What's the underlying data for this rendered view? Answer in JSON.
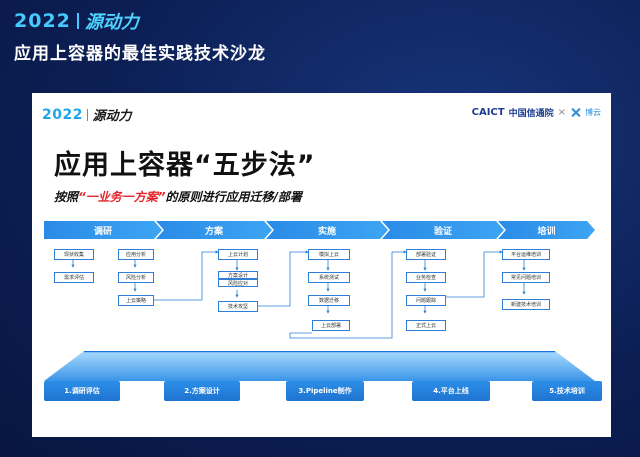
{
  "header": {
    "year": "2022",
    "brand": "源动力",
    "title": "应用上容器的最佳实践技术沙龙"
  },
  "slide": {
    "logo_year": "2022",
    "logo_brand": "源动力",
    "partner_caict": "CAICT",
    "partner_caict_cn": "中国信通院",
    "partner_x": "×",
    "partner_bocloud": "博云",
    "title": "应用上容器“五步法”",
    "subtitle_pre": "按照",
    "subtitle_hl": "“一业务一方案”",
    "subtitle_post": "的原则进行应用迁移/部署",
    "phases": [
      "调研",
      "方案",
      "实施",
      "验证",
      "培训"
    ],
    "boxes": {
      "b1": "现状收集",
      "b2": "需求评估",
      "b3": "应用分析",
      "b4": "风险分析",
      "b5": "上云策略",
      "b6": "上云计划",
      "b7": "方案设计",
      "b7b": "风险应对",
      "b8": "技术攻坚",
      "b9": "模拟上云",
      "b10": "系统测试",
      "b11": "数据迁移",
      "b12": "上云部署",
      "b13": "部署验证",
      "b14": "业务检查",
      "b15": "问题跟踪",
      "b16": "正式上云",
      "b17": "平台运维培训",
      "b18": "常见问题培训",
      "b19": "新建技术培训"
    },
    "steps": [
      "1.调研评估",
      "2.方案设计",
      "3.Pipeline制作",
      "4.平台上线",
      "5.技术培训"
    ]
  },
  "colors": {
    "accent": "#2a8be6",
    "highlight": "#e3262b",
    "bg": "#0c1f55"
  }
}
